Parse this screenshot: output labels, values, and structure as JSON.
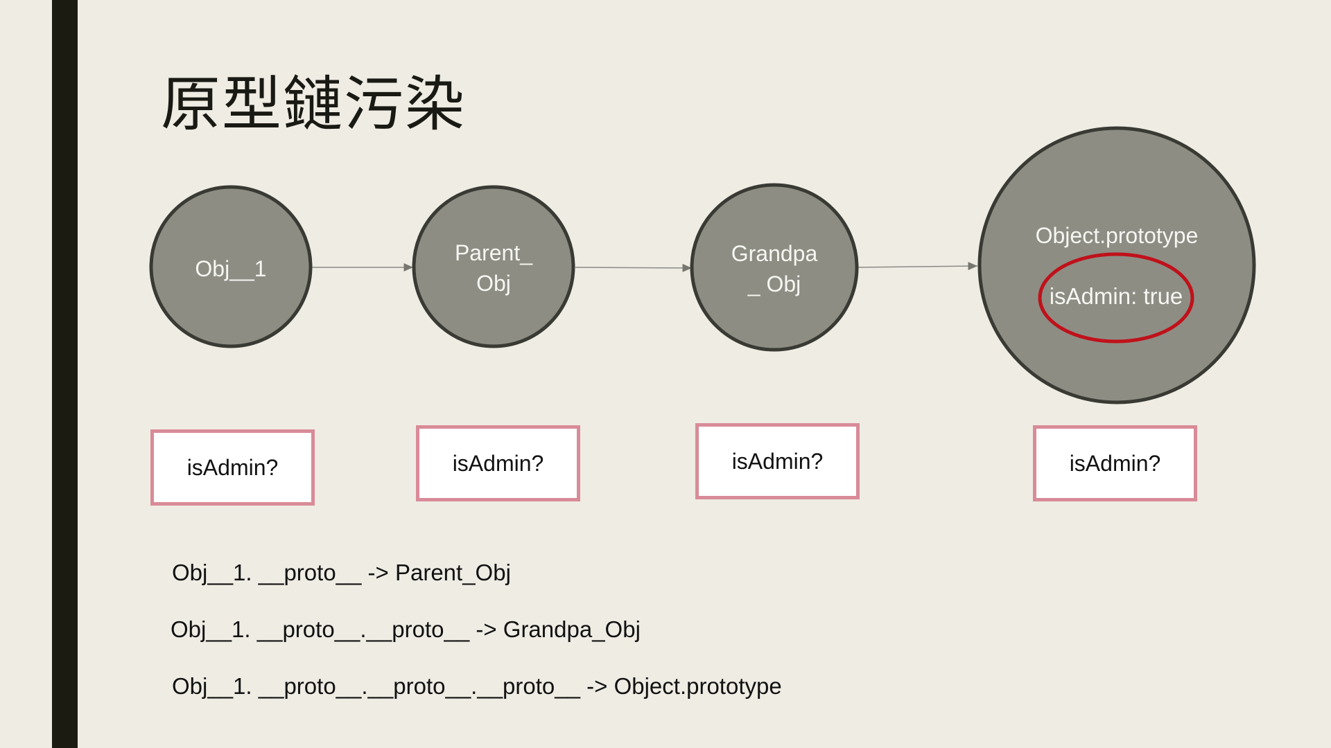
{
  "title": "原型鏈污染",
  "nodes": [
    {
      "label": "Obj__1"
    },
    {
      "label": "Parent_\nObj"
    },
    {
      "label": "Grandpa\n_ Obj"
    },
    {
      "label": "Object.prototype",
      "highlight": "isAdmin: true"
    }
  ],
  "questions": [
    "isAdmin?",
    "isAdmin?",
    "isAdmin?",
    "isAdmin?"
  ],
  "lines": [
    "Obj__1. __proto__ -> Parent_Obj",
    "Obj__1. __proto__.__proto__ -> Grandpa_Obj",
    "Obj__1. __proto__.__proto__.__proto__ -> Object.prototype"
  ],
  "colors": {
    "node_fill": "#8d8d84",
    "node_stroke": "#3a3a34",
    "highlight_ring": "#c0111a",
    "box_border": "#d98b98"
  }
}
